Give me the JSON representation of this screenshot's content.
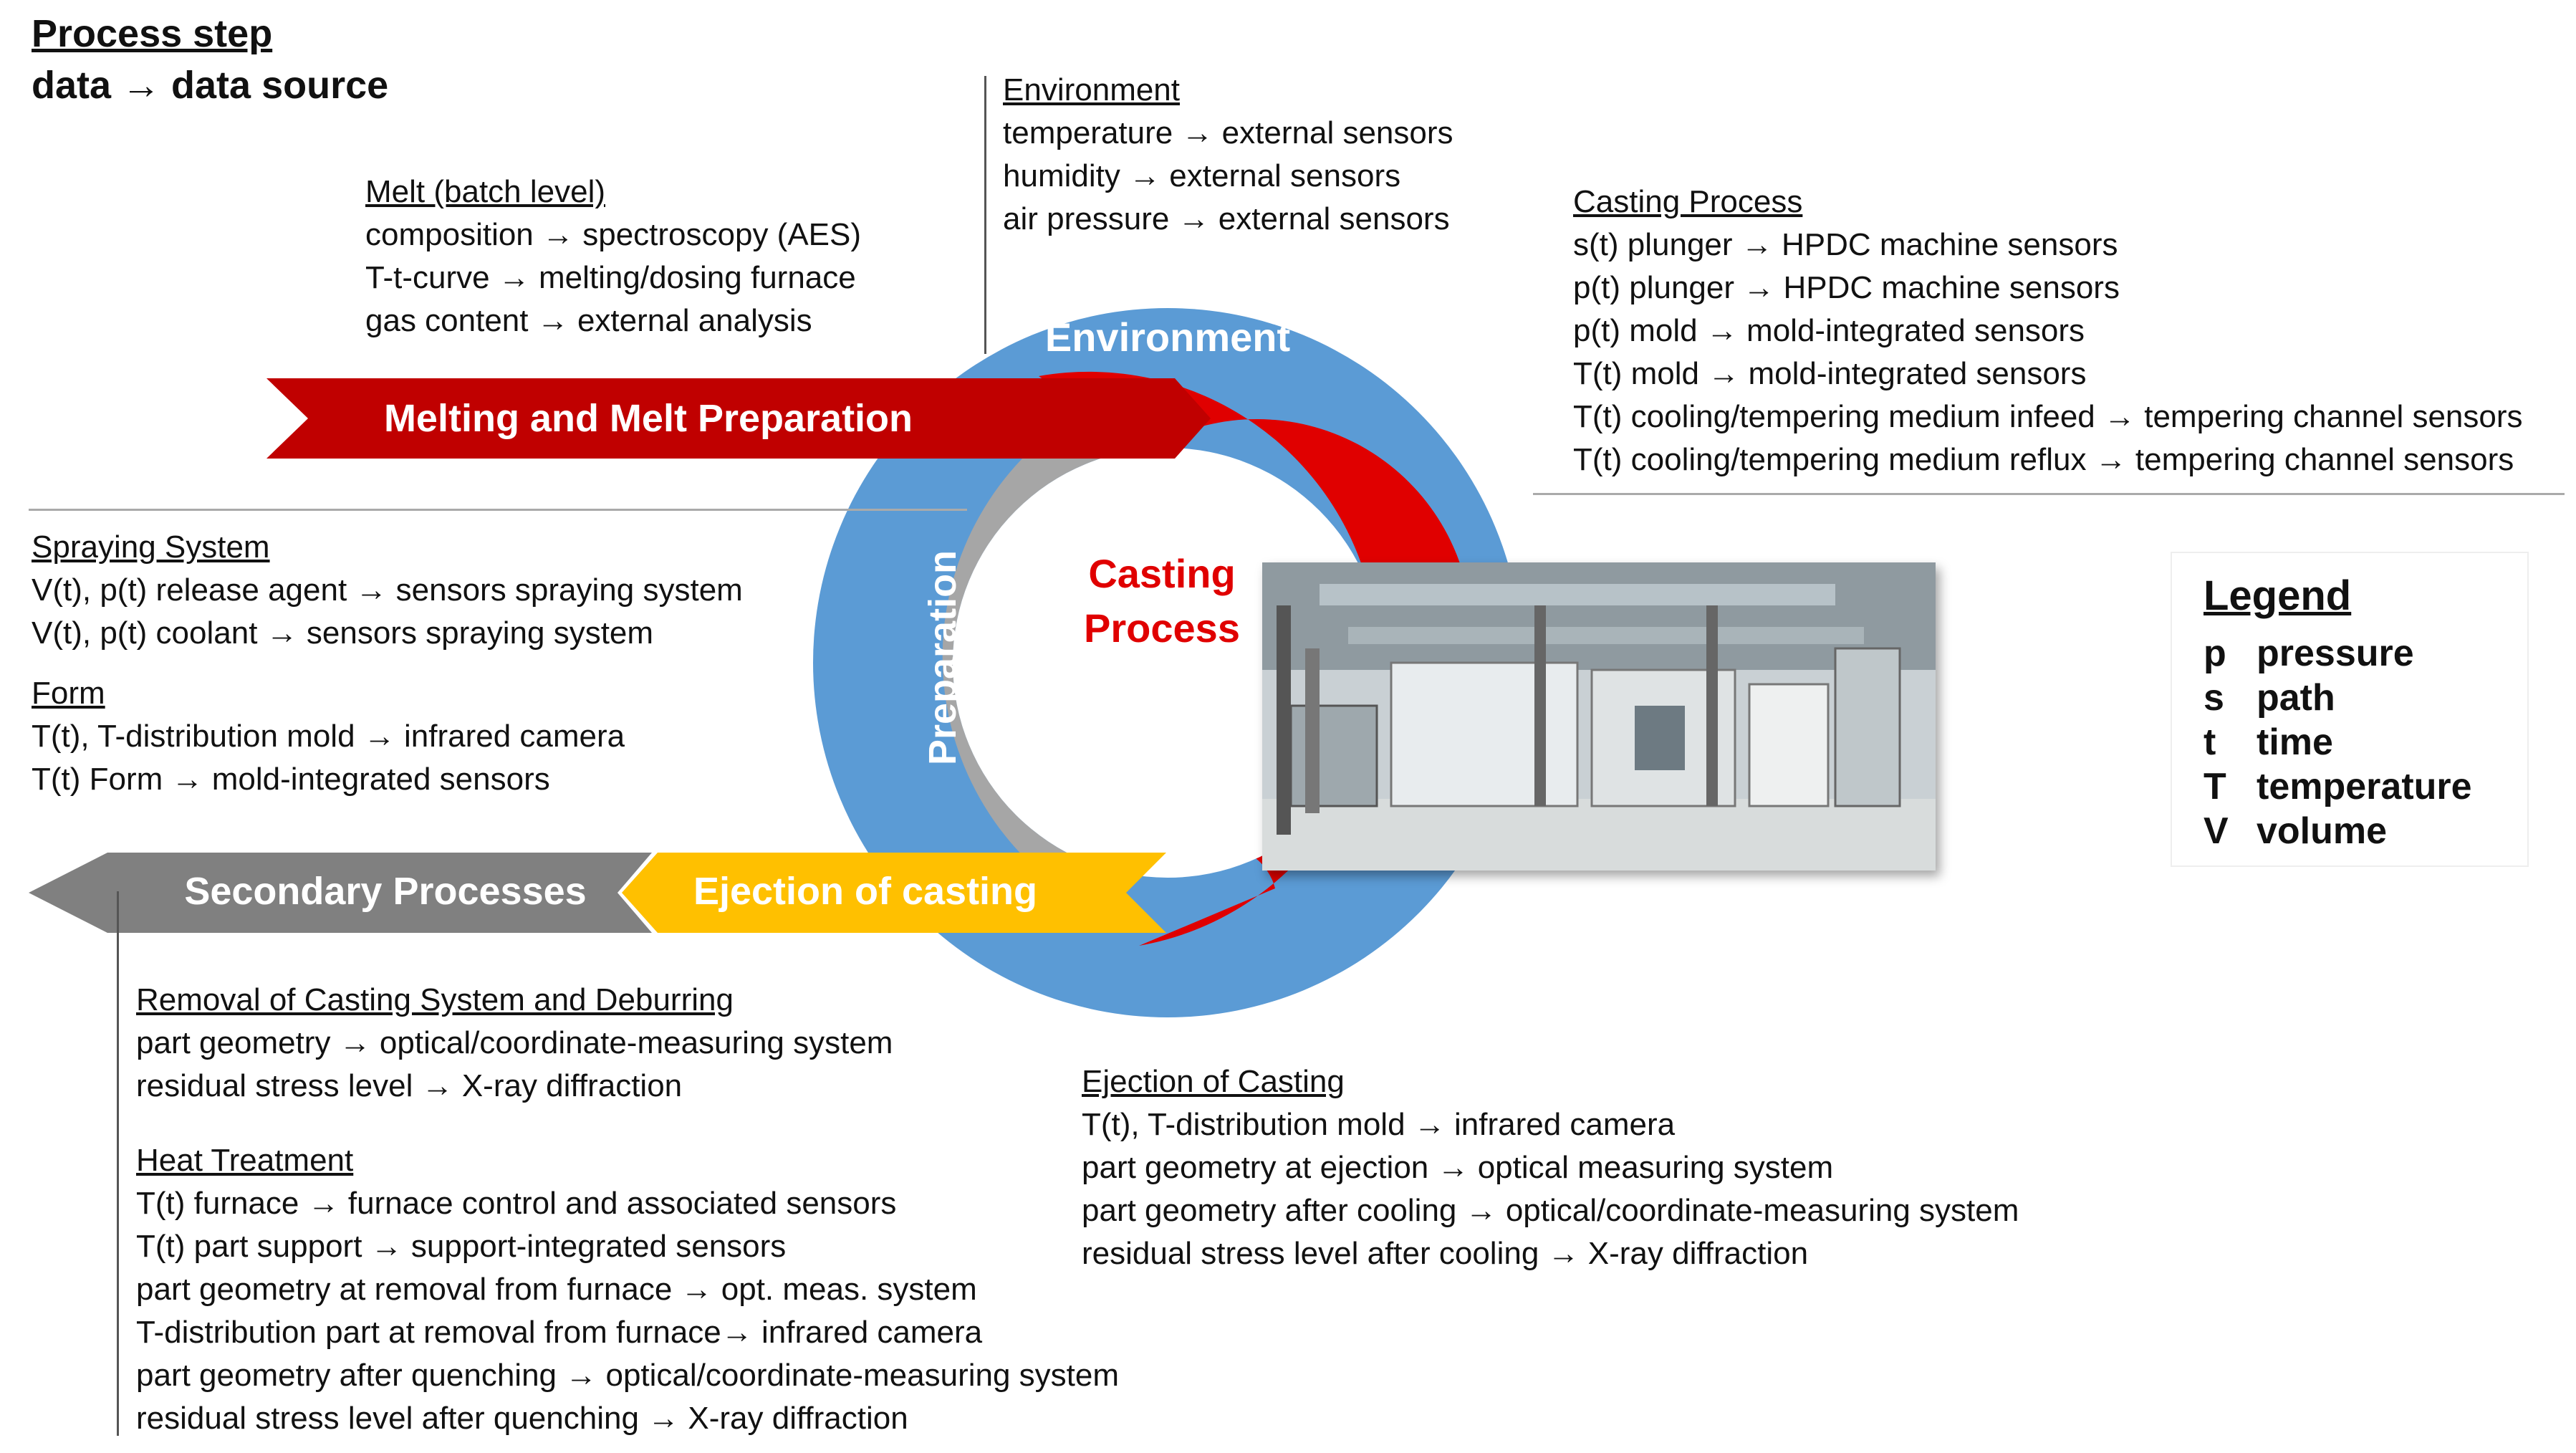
{
  "header": {
    "title": "Process step",
    "subtitle": "data → data source"
  },
  "diagram": {
    "ring_top_label": "Environment",
    "inner_arc_label": "Preparation",
    "center_label_1": "Casting",
    "center_label_2": "Process",
    "melting_arrow": "Melting and Melt Preparation",
    "ejection_arrow": "Ejection of casting",
    "secondary_arrow": "Secondary Processes",
    "colors": {
      "blue": "#5b9bd5",
      "red": "#e00000",
      "darkred": "#c00000",
      "gray": "#a6a6a6",
      "darkgray": "#808080",
      "yellow": "#ffc000"
    }
  },
  "blocks": {
    "melt": {
      "heading": "Melt (batch level)",
      "lines": [
        "composition → spectroscopy (AES)",
        "T-t-curve → melting/dosing furnace",
        "gas content → external analysis"
      ]
    },
    "environment": {
      "heading": "Environment",
      "lines": [
        "temperature → external sensors",
        "humidity → external sensors",
        "air pressure → external sensors"
      ]
    },
    "casting": {
      "heading": "Casting Process",
      "lines": [
        "s(t) plunger → HPDC machine sensors",
        "p(t) plunger → HPDC machine sensors",
        "p(t) mold → mold-integrated sensors",
        "T(t) mold → mold-integrated sensors",
        "T(t) cooling/tempering medium infeed → tempering channel sensors",
        "T(t) cooling/tempering medium reflux → tempering channel sensors"
      ]
    },
    "spraying": {
      "heading": "Spraying System",
      "lines": [
        "V(t), p(t) release agent → sensors spraying system",
        "V(t), p(t) coolant → sensors spraying system"
      ]
    },
    "form": {
      "heading": "Form",
      "lines": [
        "T(t), T-distribution mold → infrared camera",
        "T(t) Form → mold-integrated sensors"
      ]
    },
    "removal": {
      "heading": "Removal of Casting System and Deburring",
      "lines": [
        "part geometry → optical/coordinate-measuring system",
        "residual stress level → X-ray diffraction"
      ]
    },
    "heat": {
      "heading": "Heat Treatment",
      "lines": [
        "T(t) furnace → furnace control and associated sensors",
        "T(t) part support → support-integrated sensors",
        "part geometry at removal from furnace → opt. meas. system",
        "T-distribution part at removal from furnace→ infrared camera",
        "part geometry after quenching → optical/coordinate-measuring system",
        "residual stress level after quenching → X-ray diffraction"
      ]
    },
    "ejection": {
      "heading": "Ejection of Casting",
      "lines": [
        "T(t), T-distribution mold → infrared camera",
        "part geometry at ejection → optical measuring system",
        "part geometry after cooling → optical/coordinate-measuring system",
        "residual stress level after cooling → X-ray diffraction"
      ]
    }
  },
  "legend": {
    "title": "Legend",
    "items": [
      {
        "key": "p",
        "value": "pressure"
      },
      {
        "key": "s",
        "value": "path"
      },
      {
        "key": "t",
        "value": "time"
      },
      {
        "key": "T",
        "value": "temperature"
      },
      {
        "key": "V",
        "value": "volume"
      }
    ]
  }
}
